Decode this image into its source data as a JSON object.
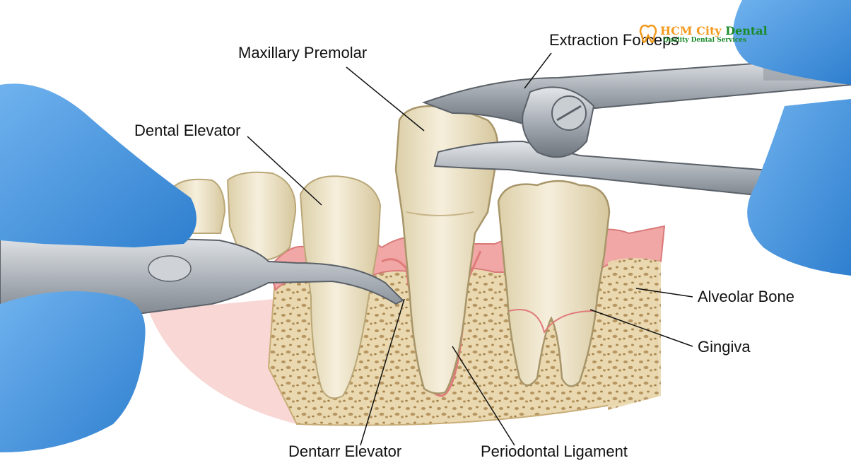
{
  "labels": {
    "maxillary_premolar": "Maxillary Premolar",
    "extraction_forceps": "Extraction Forceps",
    "dental_elevator": "Dental Elevator",
    "alveolar_bone": "Alveolar Bone",
    "gingiva": "Gingiva",
    "dentarr_elevator": "Dentarr Elevator",
    "periodontal_ligament": "Periodontal Ligament"
  },
  "logo": {
    "name_part1": "HCM City",
    "name_part2": "Dental",
    "tagline": "Quality Dental Services",
    "icon": "tooth-icon"
  },
  "colors": {
    "glove": "#4d9be0",
    "tooth": "#f1e8cf",
    "gum": "#f0a7a5",
    "bone": "#ead9b0",
    "steel": "#b9bec4"
  }
}
